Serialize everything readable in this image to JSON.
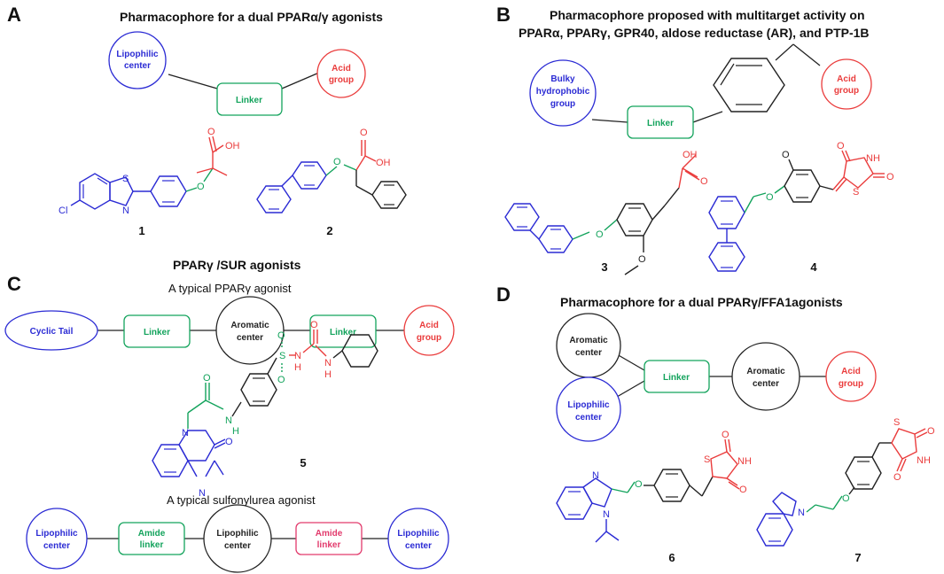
{
  "panels": [
    {
      "letter": "A",
      "title": "Pharmacophore for a dual PPARα/γ agonists"
    },
    {
      "letter": "B",
      "title_line1": "Pharmacophore proposed with multitarget activity on",
      "title_line2": "PPARα, PPARγ, GPR40, aldose reductase (AR), and PTP-1B"
    },
    {
      "letter": "C",
      "title": "PPARγ /SUR agonists",
      "subtitle1": "A typical PPARγ agonist",
      "subtitle2": "A typical sulfonylurea agonist"
    },
    {
      "letter": "D",
      "title": "Pharmacophore for a dual PPARγ/FFA1agonists"
    }
  ],
  "nodes": {
    "a_lipophilic_1": "Lipophilic",
    "a_lipophilic_2": "center",
    "a_linker": "Linker",
    "a_acid_1": "Acid",
    "a_acid_2": "group",
    "b_bulky_1": "Bulky",
    "b_bulky_2": "hydrophobic",
    "b_bulky_3": "group",
    "b_linker": "Linker",
    "b_acid_1": "Acid",
    "b_acid_2": "group",
    "c_cyclic": "Cyclic Tail",
    "c_linker1": "Linker",
    "c_arom_1": "Aromatic",
    "c_arom_2": "center",
    "c_linker2": "Linker",
    "c_acid_1": "Acid",
    "c_acid_2": "group",
    "c_lip1_1": "Lipophilic",
    "c_lip1_2": "center",
    "c_amide1_1": "Amide",
    "c_amide1_2": "linker",
    "c_lip2_1": "Lipophilic",
    "c_lip2_2": "center",
    "c_amide2_1": "Amide",
    "c_amide2_2": "linker",
    "c_lip3_1": "Lipophilic",
    "c_lip3_2": "center",
    "d_arom1_1": "Aromatic",
    "d_arom1_2": "center",
    "d_lip_1": "Lipophilic",
    "d_lip_2": "center",
    "d_linker": "Linker",
    "d_arom2_1": "Aromatic",
    "d_arom2_2": "center",
    "d_acid_1": "Acid",
    "d_acid_2": "group"
  },
  "compounds": [
    "1",
    "2",
    "3",
    "4",
    "5",
    "6",
    "7"
  ],
  "atoms": {
    "s": "S",
    "n": "N",
    "cl": "Cl",
    "o": "O",
    "oh": "OH",
    "nh": "NH",
    "h": "H"
  },
  "colors": {
    "lipophilic": "#2b2bd4",
    "linker": "#13a35c",
    "acid": "#ea3c3c",
    "aromatic": "#222222",
    "amide_red": "#e23a6c"
  }
}
